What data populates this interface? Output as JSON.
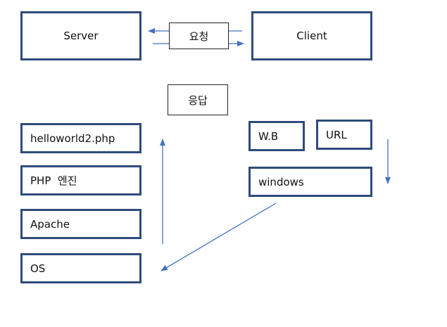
{
  "server": {
    "label": "Server"
  },
  "client": {
    "label": "Client"
  },
  "request": {
    "label": "요청"
  },
  "response": {
    "label": "응답"
  },
  "server_stack": [
    {
      "label": "helloworld2.php"
    },
    {
      "label": "PHP  엔진"
    },
    {
      "label": "Apache"
    },
    {
      "label": "OS"
    }
  ],
  "client_parts": {
    "wb": "W.B",
    "url": "URL",
    "windows": "windows"
  },
  "colors": {
    "box_border": "#2f4b7c",
    "arrow": "#4472c4",
    "label_border": "#222222"
  }
}
